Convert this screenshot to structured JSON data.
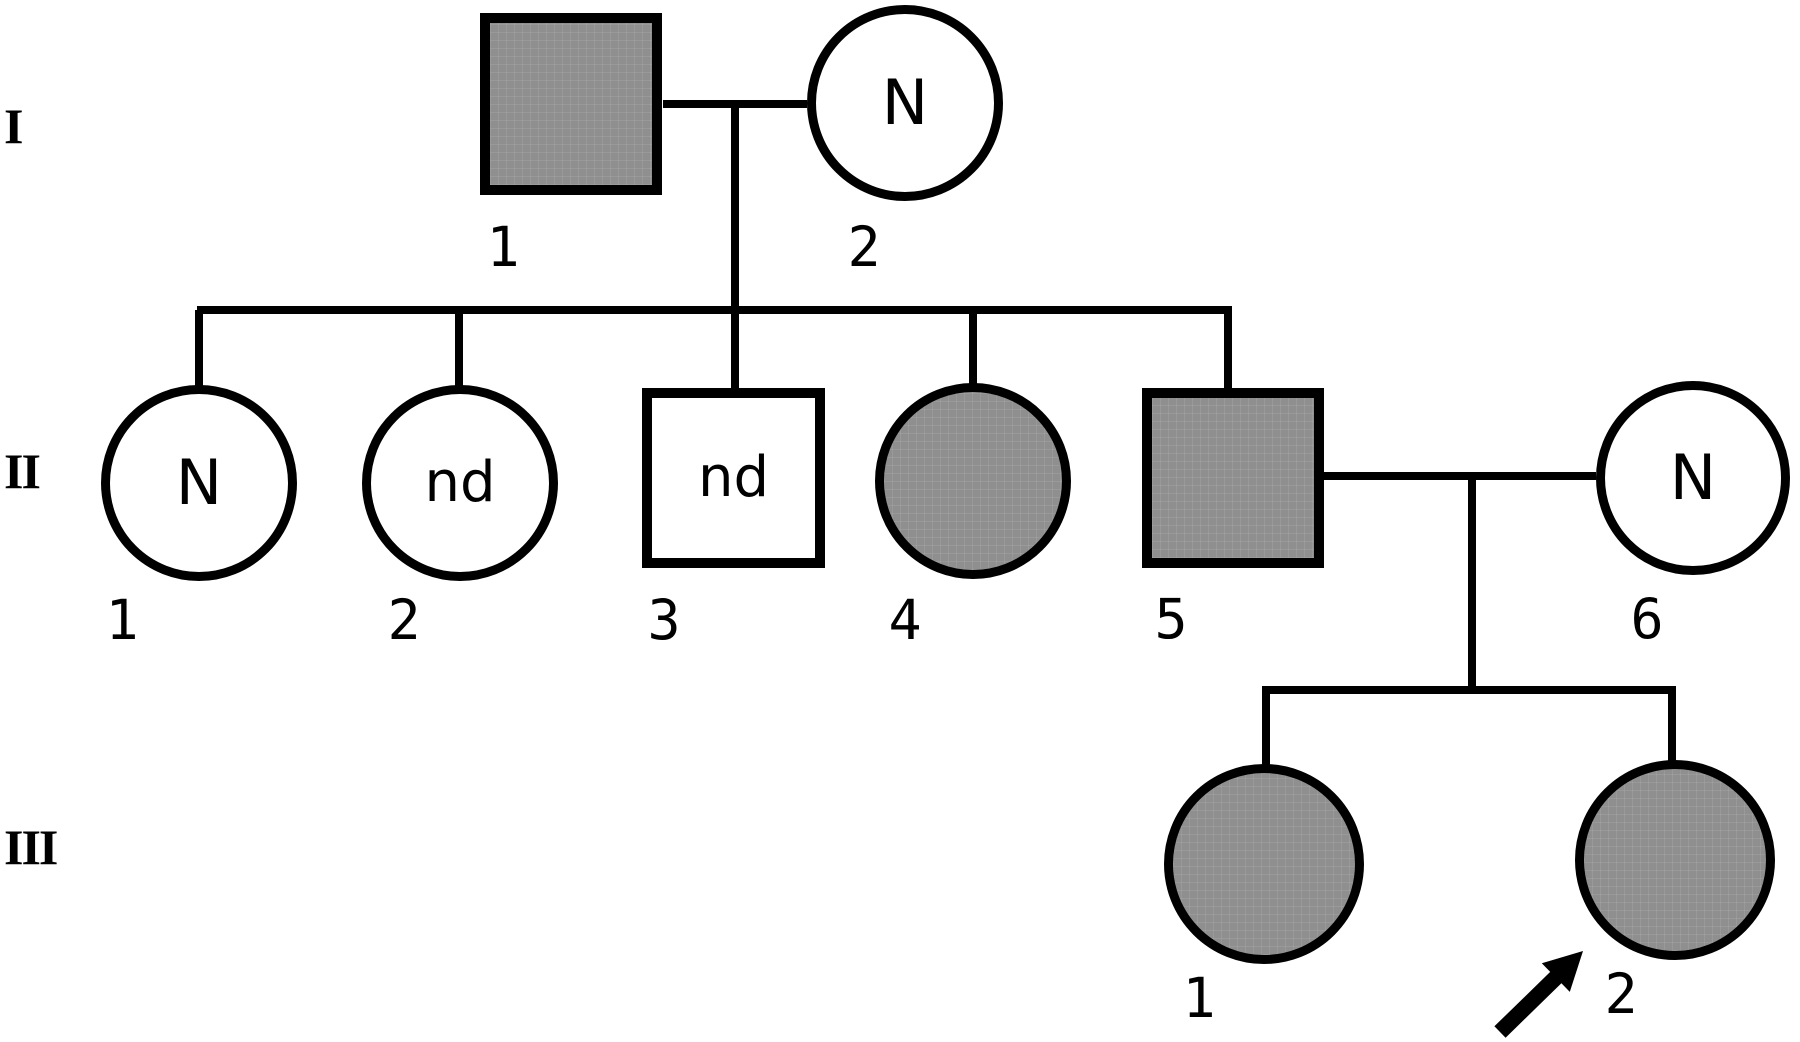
{
  "diagram": {
    "type": "pedigree-chart",
    "background_color": "#ffffff",
    "stroke_color": "#000000",
    "affected_fill_color": "#8f8f8f",
    "generation_labels": {
      "gen1": "I",
      "gen2": "II",
      "gen3": "III"
    },
    "individuals": {
      "I1": {
        "label": "1",
        "text": "",
        "shape": "square",
        "affected": true
      },
      "I2": {
        "label": "2",
        "text": "N",
        "shape": "circle",
        "affected": false
      },
      "II1": {
        "label": "1",
        "text": "N",
        "shape": "circle",
        "affected": false
      },
      "II2": {
        "label": "2",
        "text": "nd",
        "shape": "circle",
        "affected": false
      },
      "II3": {
        "label": "3",
        "text": "nd",
        "shape": "square",
        "affected": false
      },
      "II4": {
        "label": "4",
        "text": "",
        "shape": "circle",
        "affected": true
      },
      "II5": {
        "label": "5",
        "text": "",
        "shape": "square",
        "affected": true
      },
      "II6": {
        "label": "6",
        "text": "N",
        "shape": "circle",
        "affected": false
      },
      "III1": {
        "label": "1",
        "text": "",
        "shape": "circle",
        "affected": true
      },
      "III2": {
        "label": "2",
        "text": "",
        "shape": "circle",
        "affected": true,
        "proband": true
      }
    }
  }
}
